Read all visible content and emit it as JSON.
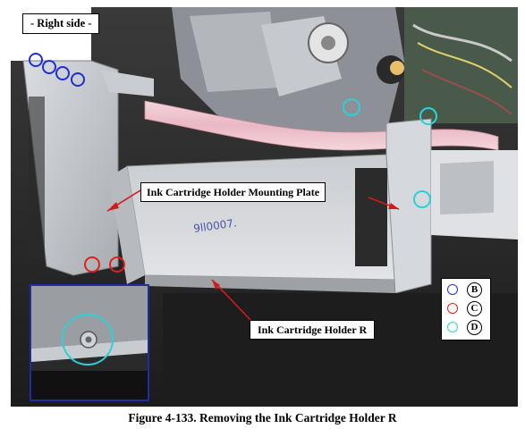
{
  "labels": {
    "right_side": "- Right side -",
    "mounting_plate": "Ink Cartridge Holder Mounting Plate",
    "holder_r": "Ink Cartridge Holder R"
  },
  "legend": [
    {
      "letter": "B",
      "color": "#1f2ed6"
    },
    {
      "letter": "C",
      "color": "#e0201b"
    },
    {
      "letter": "D",
      "color": "#2cd1d8"
    }
  ],
  "caption": "Figure 4-133.  Removing the Ink Cartridge Holder R",
  "colors": {
    "screw_b": "#1f2ed6",
    "screw_c": "#e0201b",
    "screw_d": "#2cd1d8",
    "arrow": "#d3191b",
    "inset_border": "#1d2ea0"
  }
}
